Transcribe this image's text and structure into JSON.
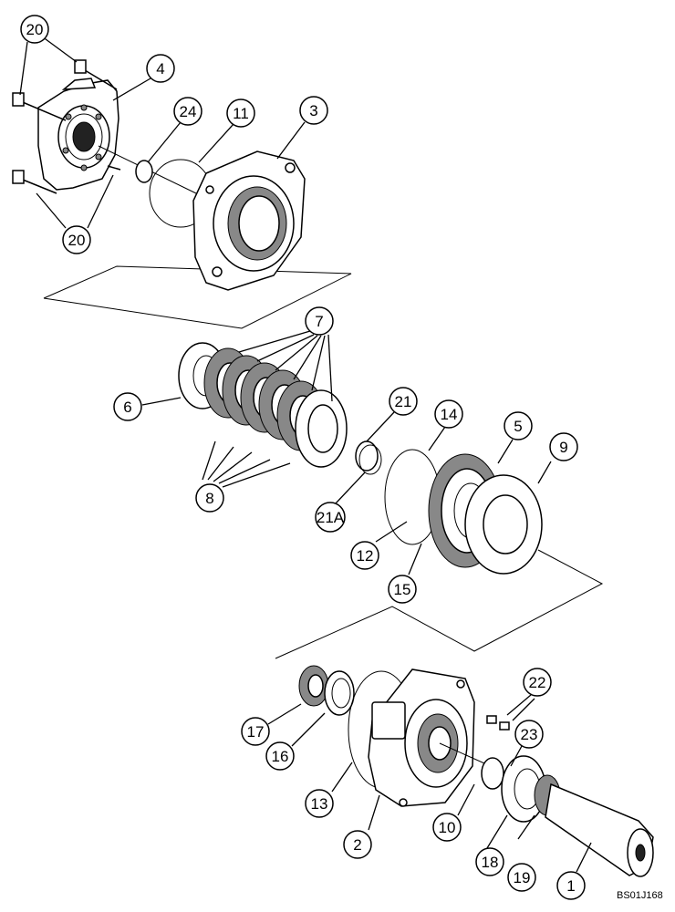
{
  "callouts": {
    "c20a": "20",
    "c4": "4",
    "c24": "24",
    "c11": "11",
    "c3": "3",
    "c20b": "20",
    "c7": "7",
    "c6": "6",
    "c21": "21",
    "c14": "14",
    "c5": "5",
    "c9": "9",
    "c8": "8",
    "c21a": "21A",
    "c12": "12",
    "c15": "15",
    "c22": "22",
    "c23": "23",
    "c17": "17",
    "c16": "16",
    "c13": "13",
    "c2": "2",
    "c10": "10",
    "c18": "18",
    "c19": "19",
    "c1": "1"
  },
  "drawing_code": "BS01J168"
}
